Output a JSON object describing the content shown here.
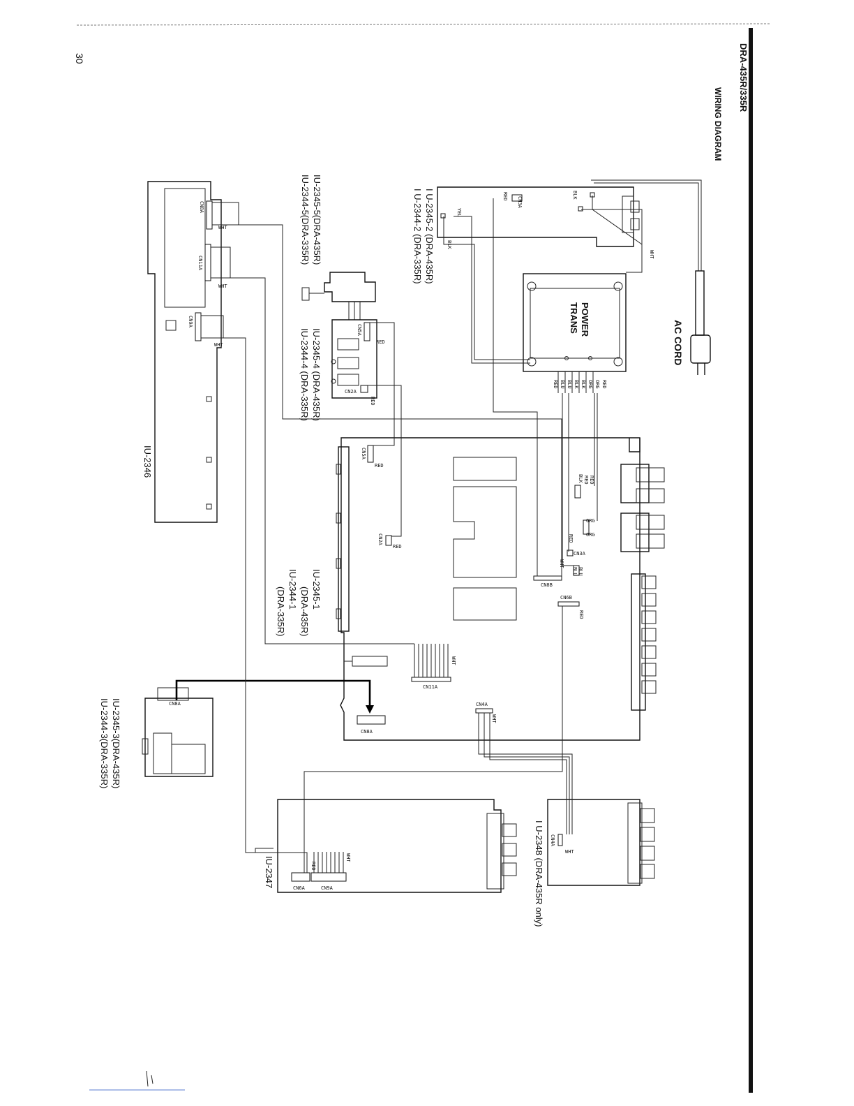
{
  "page": {
    "number": "30",
    "model_header": "DRA-435R/335R",
    "title": "WIRING DIAGRAM"
  },
  "components": {
    "ac_cord": "AC CORD",
    "power_trans_line1": "POWER",
    "power_trans_line2": "TRANS"
  },
  "boards": {
    "b2_line1": "I U-2345-2 (DRA-435R)",
    "b2_line2": "I U-2344-2 (DRA-335R)",
    "b5_line1": "IU-2345-5(DRA-435R)",
    "b5_line2": "IU-2344-5(DRA-335R)",
    "b4_line1": "IU-2345-4 (DRA-435R)",
    "b4_line2": "IU-2344-4 (DRA-335R)",
    "b1_line1": "IU-2345-1",
    "b1_line2": "(DRA-435R)",
    "b1_line3": "IU-2344-1",
    "b1_line4": "(DRA-335R)",
    "b3_line1": "IU-2345-3(DRA-435R)",
    "b3_line2": "IU-2344-3(DRA-335R)",
    "b2346": "IU-2346",
    "b2347": "IU-2347",
    "b2348": "I U-2348 (DRA-435R only)"
  },
  "connectors": {
    "cn3a": "CN3A",
    "cn8a": "CN8A",
    "cn11a": "CN11A",
    "cn9a": "CN9A",
    "cn5a": "CN5A",
    "cn2a": "CN2A",
    "cn8b": "CN8B",
    "cn6b": "CN6B",
    "cn4a": "CN4A",
    "cn6a": "CN6A"
  },
  "wires": {
    "red": "RED",
    "blk": "BLK",
    "wht": "WHT",
    "yel": "YEL",
    "org": "ORG",
    "blu": "BLU"
  },
  "colors": {
    "ink": "#111111",
    "paper": "#ffffff"
  }
}
